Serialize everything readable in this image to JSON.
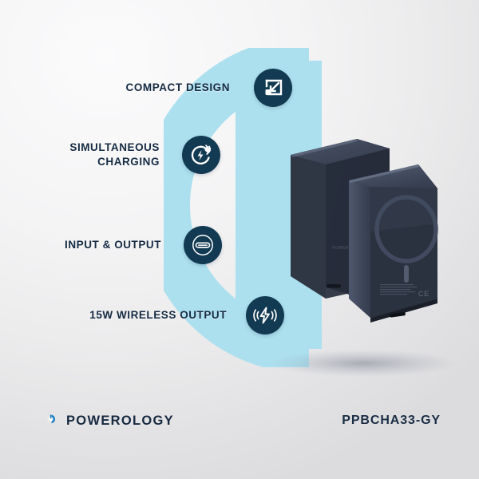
{
  "poster": {
    "background_color": "#efefef",
    "accent_color": "#ace0ef",
    "icon_badge_color": "#123a52",
    "text_color": "#152a42",
    "brand_color": "#29b6e8"
  },
  "features": [
    {
      "label": "COMPACT DESIGN",
      "icon": "compact-arrow-icon"
    },
    {
      "label": "SIMULTANEOUS\nCHARGING",
      "icon": "plug-bolt-icon"
    },
    {
      "label": "INPUT & OUTPUT",
      "icon": "usb-c-port-icon"
    },
    {
      "label": "15W WIRELESS OUTPUT",
      "icon": "wireless-charging-icon"
    }
  ],
  "product": {
    "name": "magnetic-power-bank",
    "body_color": "#2c3442",
    "magsafe_ring": "magsafe-ring",
    "led_indicator": "led-indicator",
    "certification_mark": "CE"
  },
  "footer": {
    "brand_name": "POWEROLOGY",
    "brand_logo": "powerology-logo-icon",
    "model_number": "PPBCHA33-GY"
  }
}
